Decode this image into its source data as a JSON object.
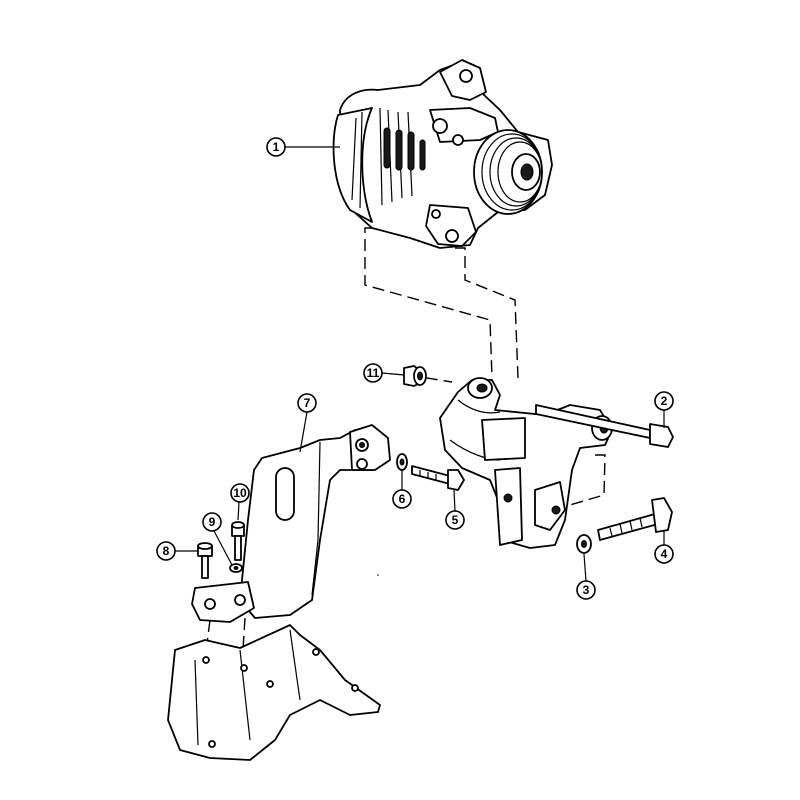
{
  "diagram": {
    "colors": {
      "line": "#000000",
      "background": "#ffffff"
    },
    "callouts": [
      {
        "id": "1",
        "label": "1"
      },
      {
        "id": "2",
        "label": "2"
      },
      {
        "id": "3",
        "label": "3"
      },
      {
        "id": "4",
        "label": "4"
      },
      {
        "id": "5",
        "label": "5"
      },
      {
        "id": "6",
        "label": "6"
      },
      {
        "id": "7",
        "label": "7"
      },
      {
        "id": "8",
        "label": "8"
      },
      {
        "id": "9",
        "label": "9"
      },
      {
        "id": "10",
        "label": "10"
      },
      {
        "id": "11",
        "label": "11"
      }
    ]
  }
}
